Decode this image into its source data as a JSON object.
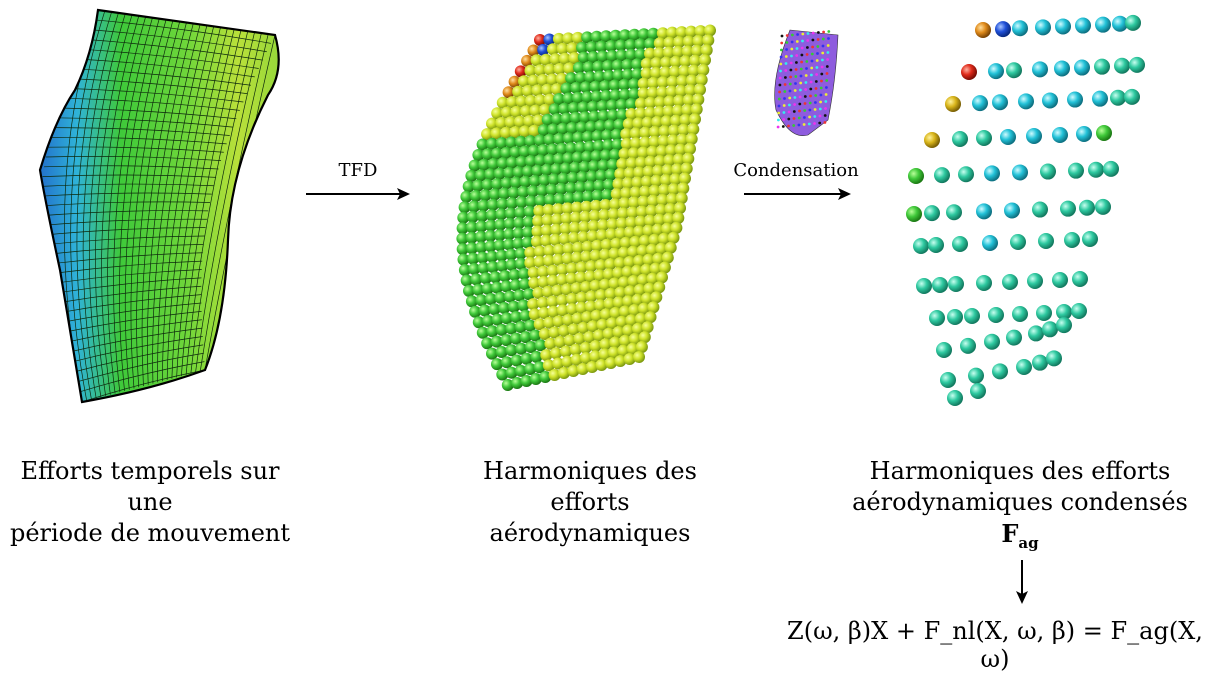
{
  "arrows": {
    "tfd_label": "TFD",
    "condensation_label": "Condensation"
  },
  "captions": {
    "left_line1": "Efforts temporels sur une",
    "left_line2": "période de mouvement",
    "middle_line1": "Harmoniques des efforts",
    "middle_line2": "aérodynamiques",
    "right_line1": "Harmoniques des efforts",
    "right_line2": "aérodynamiques condensés",
    "right_symbol": "F",
    "right_symbol_sub": "ag"
  },
  "equation": {
    "text": "Z(ω, β)X + F_nl(X, ω, β) = F_ag(X, ω)"
  },
  "colors": {
    "blade_blue": "#2f7fd6",
    "blade_green": "#4fc93a",
    "blade_yellow": "#c7e63a",
    "sphere_yellow": "#d8e52a",
    "sphere_teal": "#2ec9a0",
    "sphere_cyan": "#22c8d8"
  }
}
